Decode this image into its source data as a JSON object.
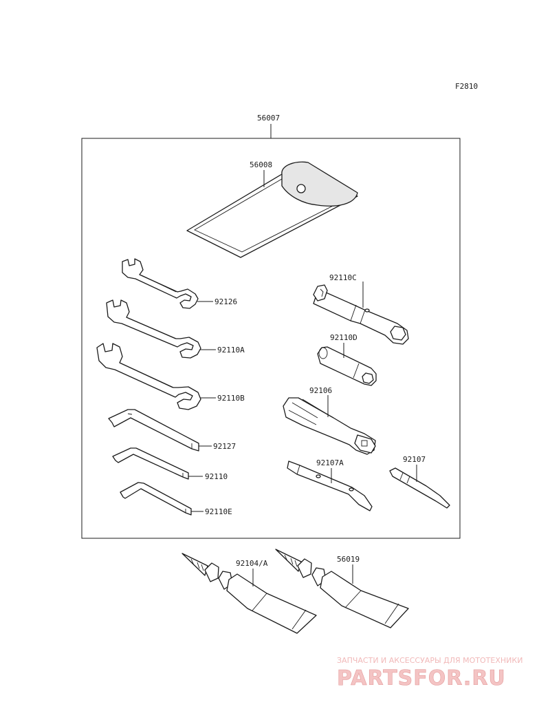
{
  "figure_code": "F2810",
  "parts": {
    "kit": "56007",
    "case": "56008",
    "wrench_small": "92126",
    "wrench_medium": "92110A",
    "wrench_large": "92110B",
    "hex_key_large": "92127",
    "hex_key_medium": "92110",
    "hex_key_small": "92110E",
    "socket_wrench_c": "92110C",
    "socket_wrench_d": "92110D",
    "screwdriver_handle": "92106",
    "screwdriver_bit_a": "92107A",
    "screwdriver_bit": "92107",
    "grease_tube_a": "92104/A",
    "grease_tube_b": "56019"
  },
  "watermark": {
    "caption": "ЗАПЧАСТИ И АКСЕССУАРЫ ДЛЯ МОТОТЕХНИКИ",
    "logo": "PARTSFOR.RU"
  },
  "colors": {
    "line": "#1a1a1a",
    "watermark": "#f1b8b8"
  }
}
